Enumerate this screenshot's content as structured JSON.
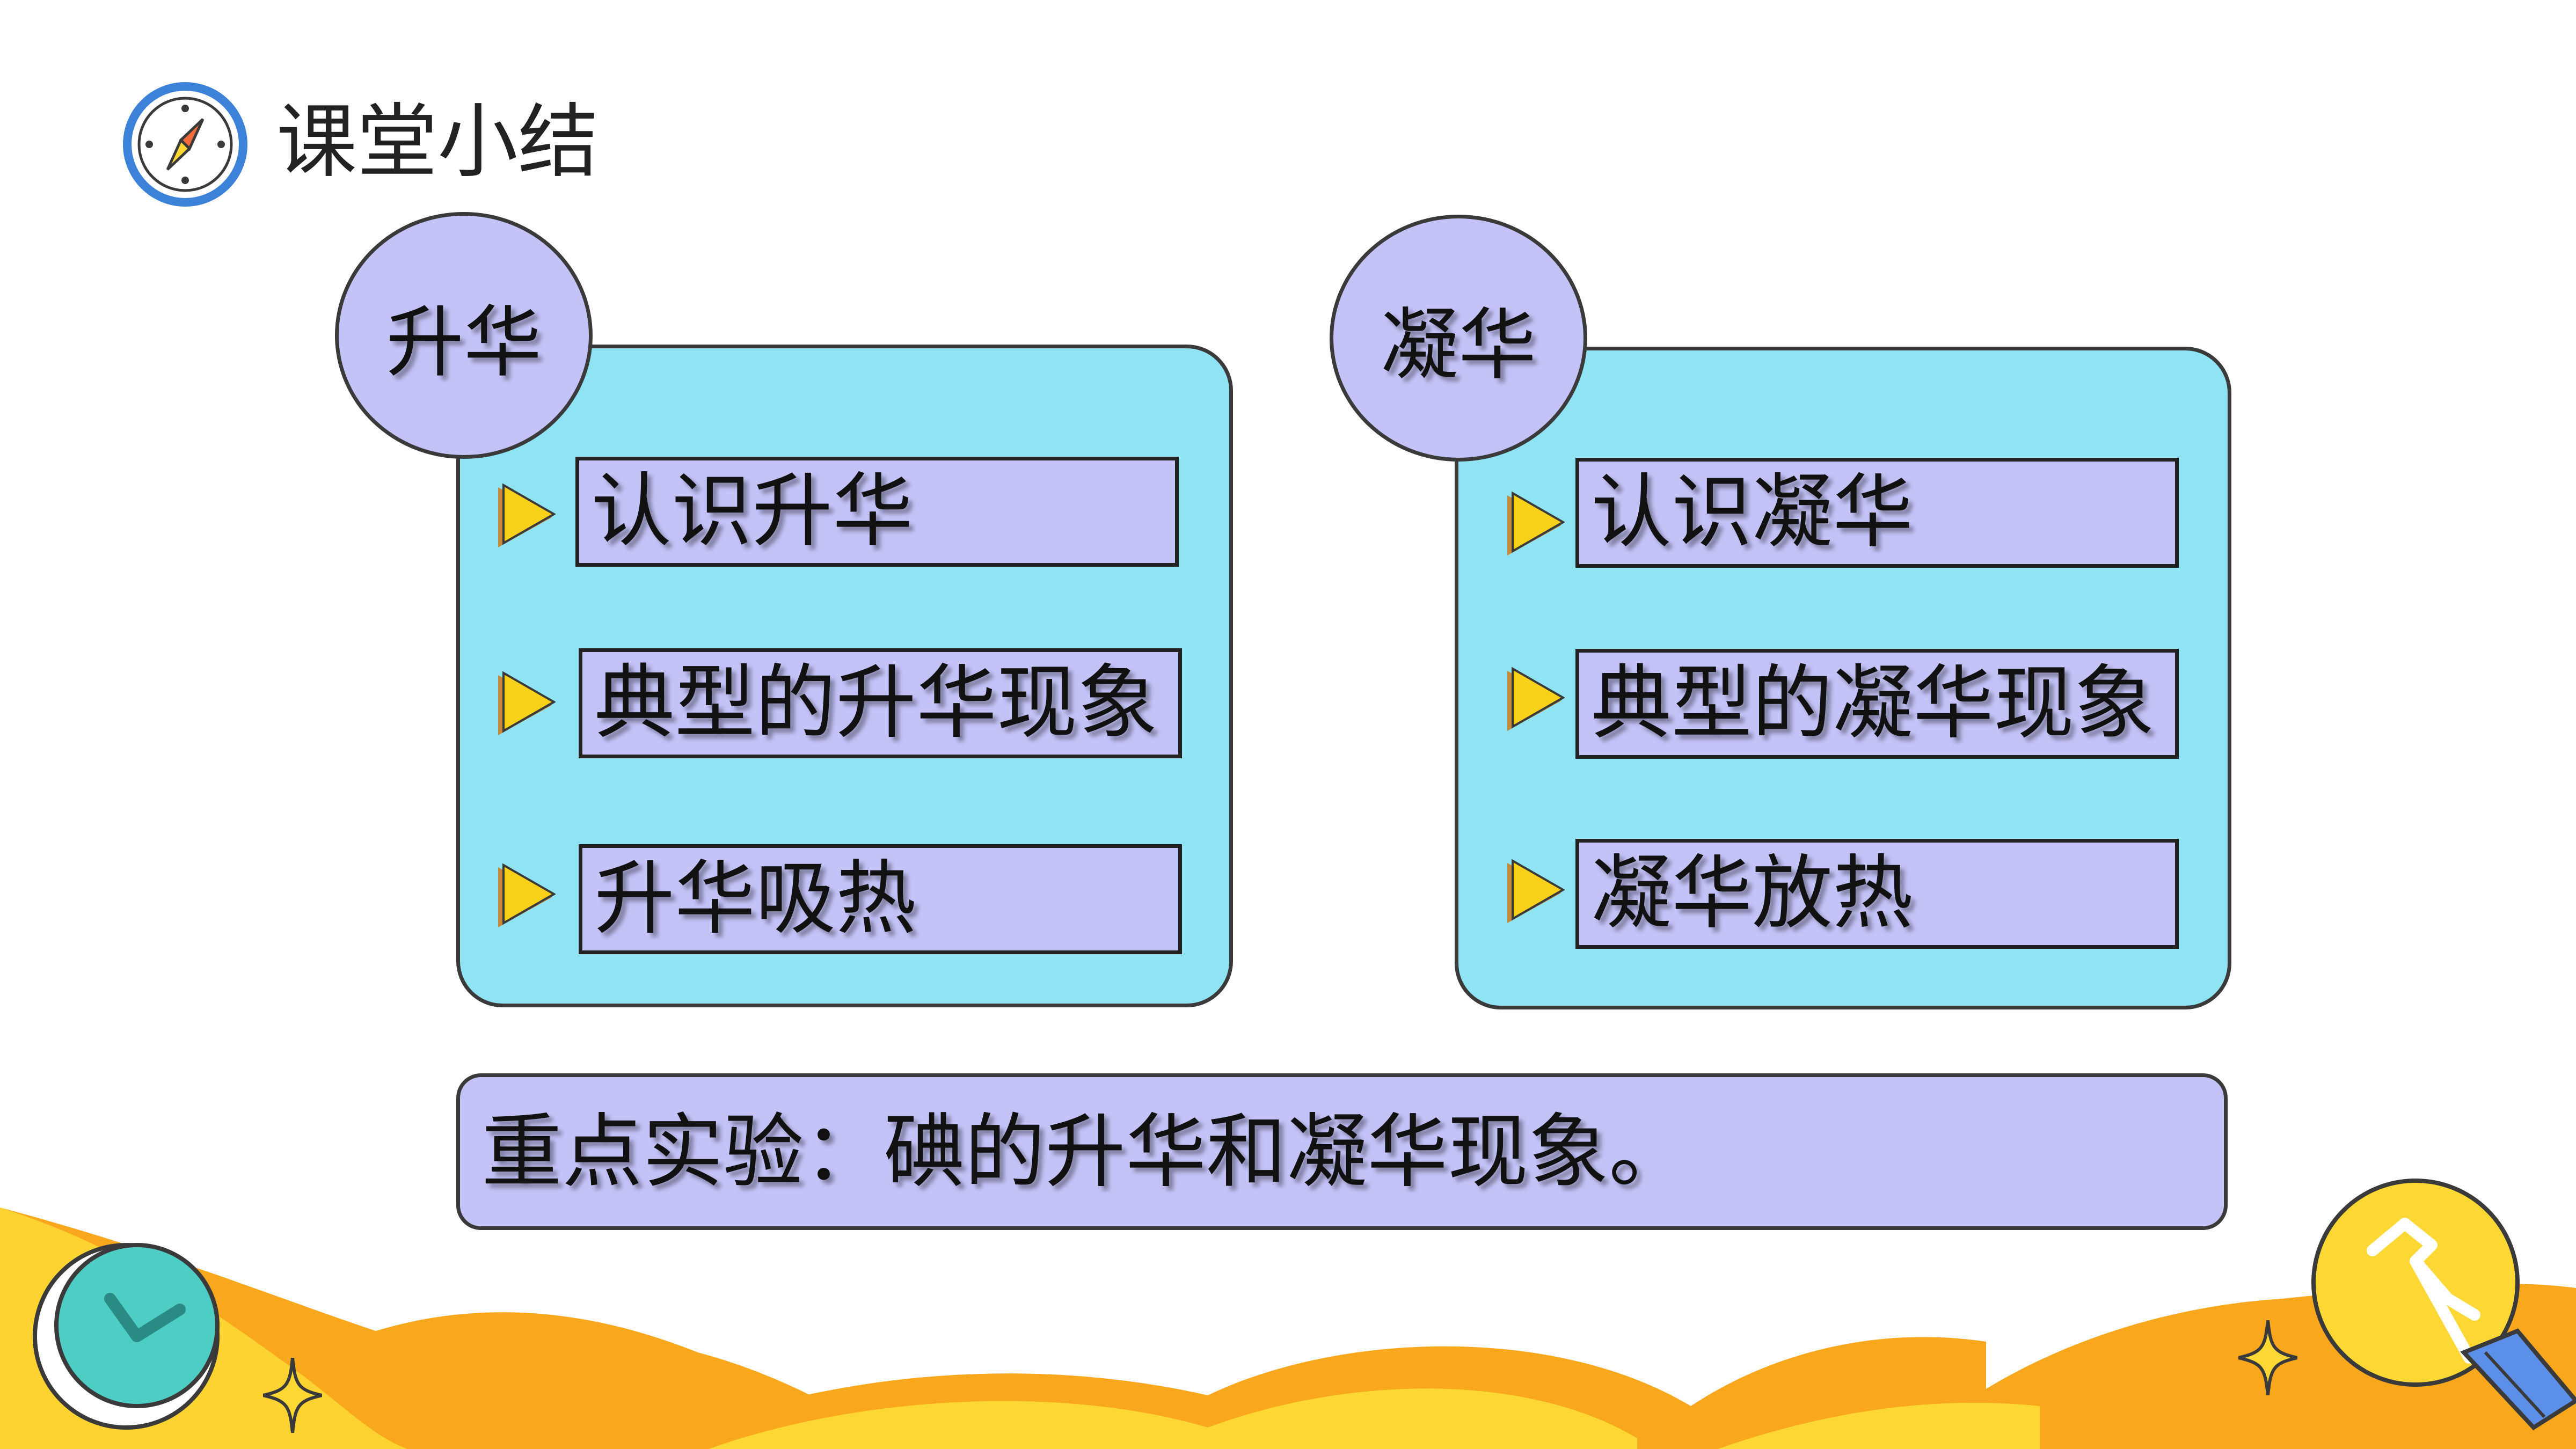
{
  "header": {
    "title": "课堂小结",
    "icon": "compass-icon"
  },
  "left_panel": {
    "heading": "升华",
    "items": [
      {
        "label": "认识升华"
      },
      {
        "label": "典型的升华现象"
      },
      {
        "label": "升华吸热"
      }
    ]
  },
  "right_panel": {
    "heading": "凝华",
    "items": [
      {
        "label": "认识凝华"
      },
      {
        "label": "典型的凝华现象"
      },
      {
        "label": "凝华放热"
      }
    ]
  },
  "key_experiment": {
    "text": "重点实验：碘的升华和凝华现象。"
  },
  "colors": {
    "panel": "#90e3f3",
    "box": "#c3c3f8",
    "triangle": "#f7d11a",
    "orange": "#f9a71d",
    "yellow": "#fdd835"
  },
  "decorations": [
    "clock-icon",
    "lightbulb-icon",
    "sparkle-icon"
  ]
}
